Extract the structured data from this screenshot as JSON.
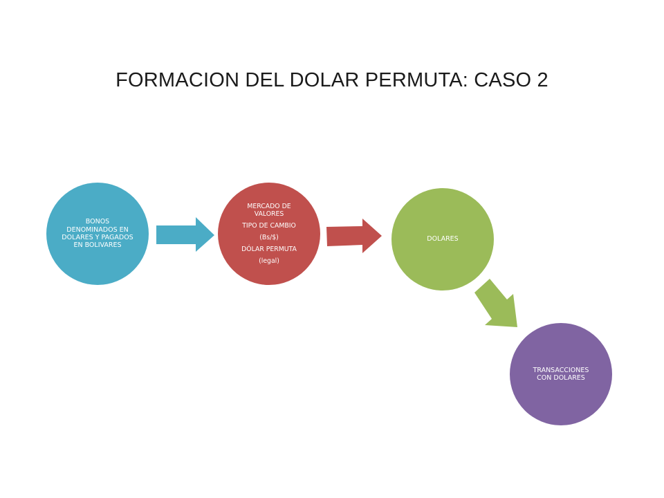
{
  "slide": {
    "title": "FORMACION DEL DOLAR PERMUTA: CASO 2"
  },
  "colors": {
    "node_1": "#4bacc6",
    "node_2": "#c0504d",
    "node_3": "#9bbb59",
    "node_4": "#8064a2",
    "arrow_1": "#4bacc6",
    "arrow_2": "#c0504d",
    "arrow_3": "#9bbb59"
  },
  "nodes": [
    {
      "lines": [
        "BONOS DENOMINADOS EN DOLARES Y PAGADOS  EN BOLIVARES"
      ]
    },
    {
      "lines": [
        "MERCADO DE VALORES",
        "TIPO DE CAMBIO",
        "(Bs/$)",
        "DÓLAR PERMUTA",
        "(legal)"
      ]
    },
    {
      "lines": [
        "DOLARES"
      ]
    },
    {
      "lines": [
        "TRANSACCIONES CON DOLARES"
      ]
    }
  ]
}
